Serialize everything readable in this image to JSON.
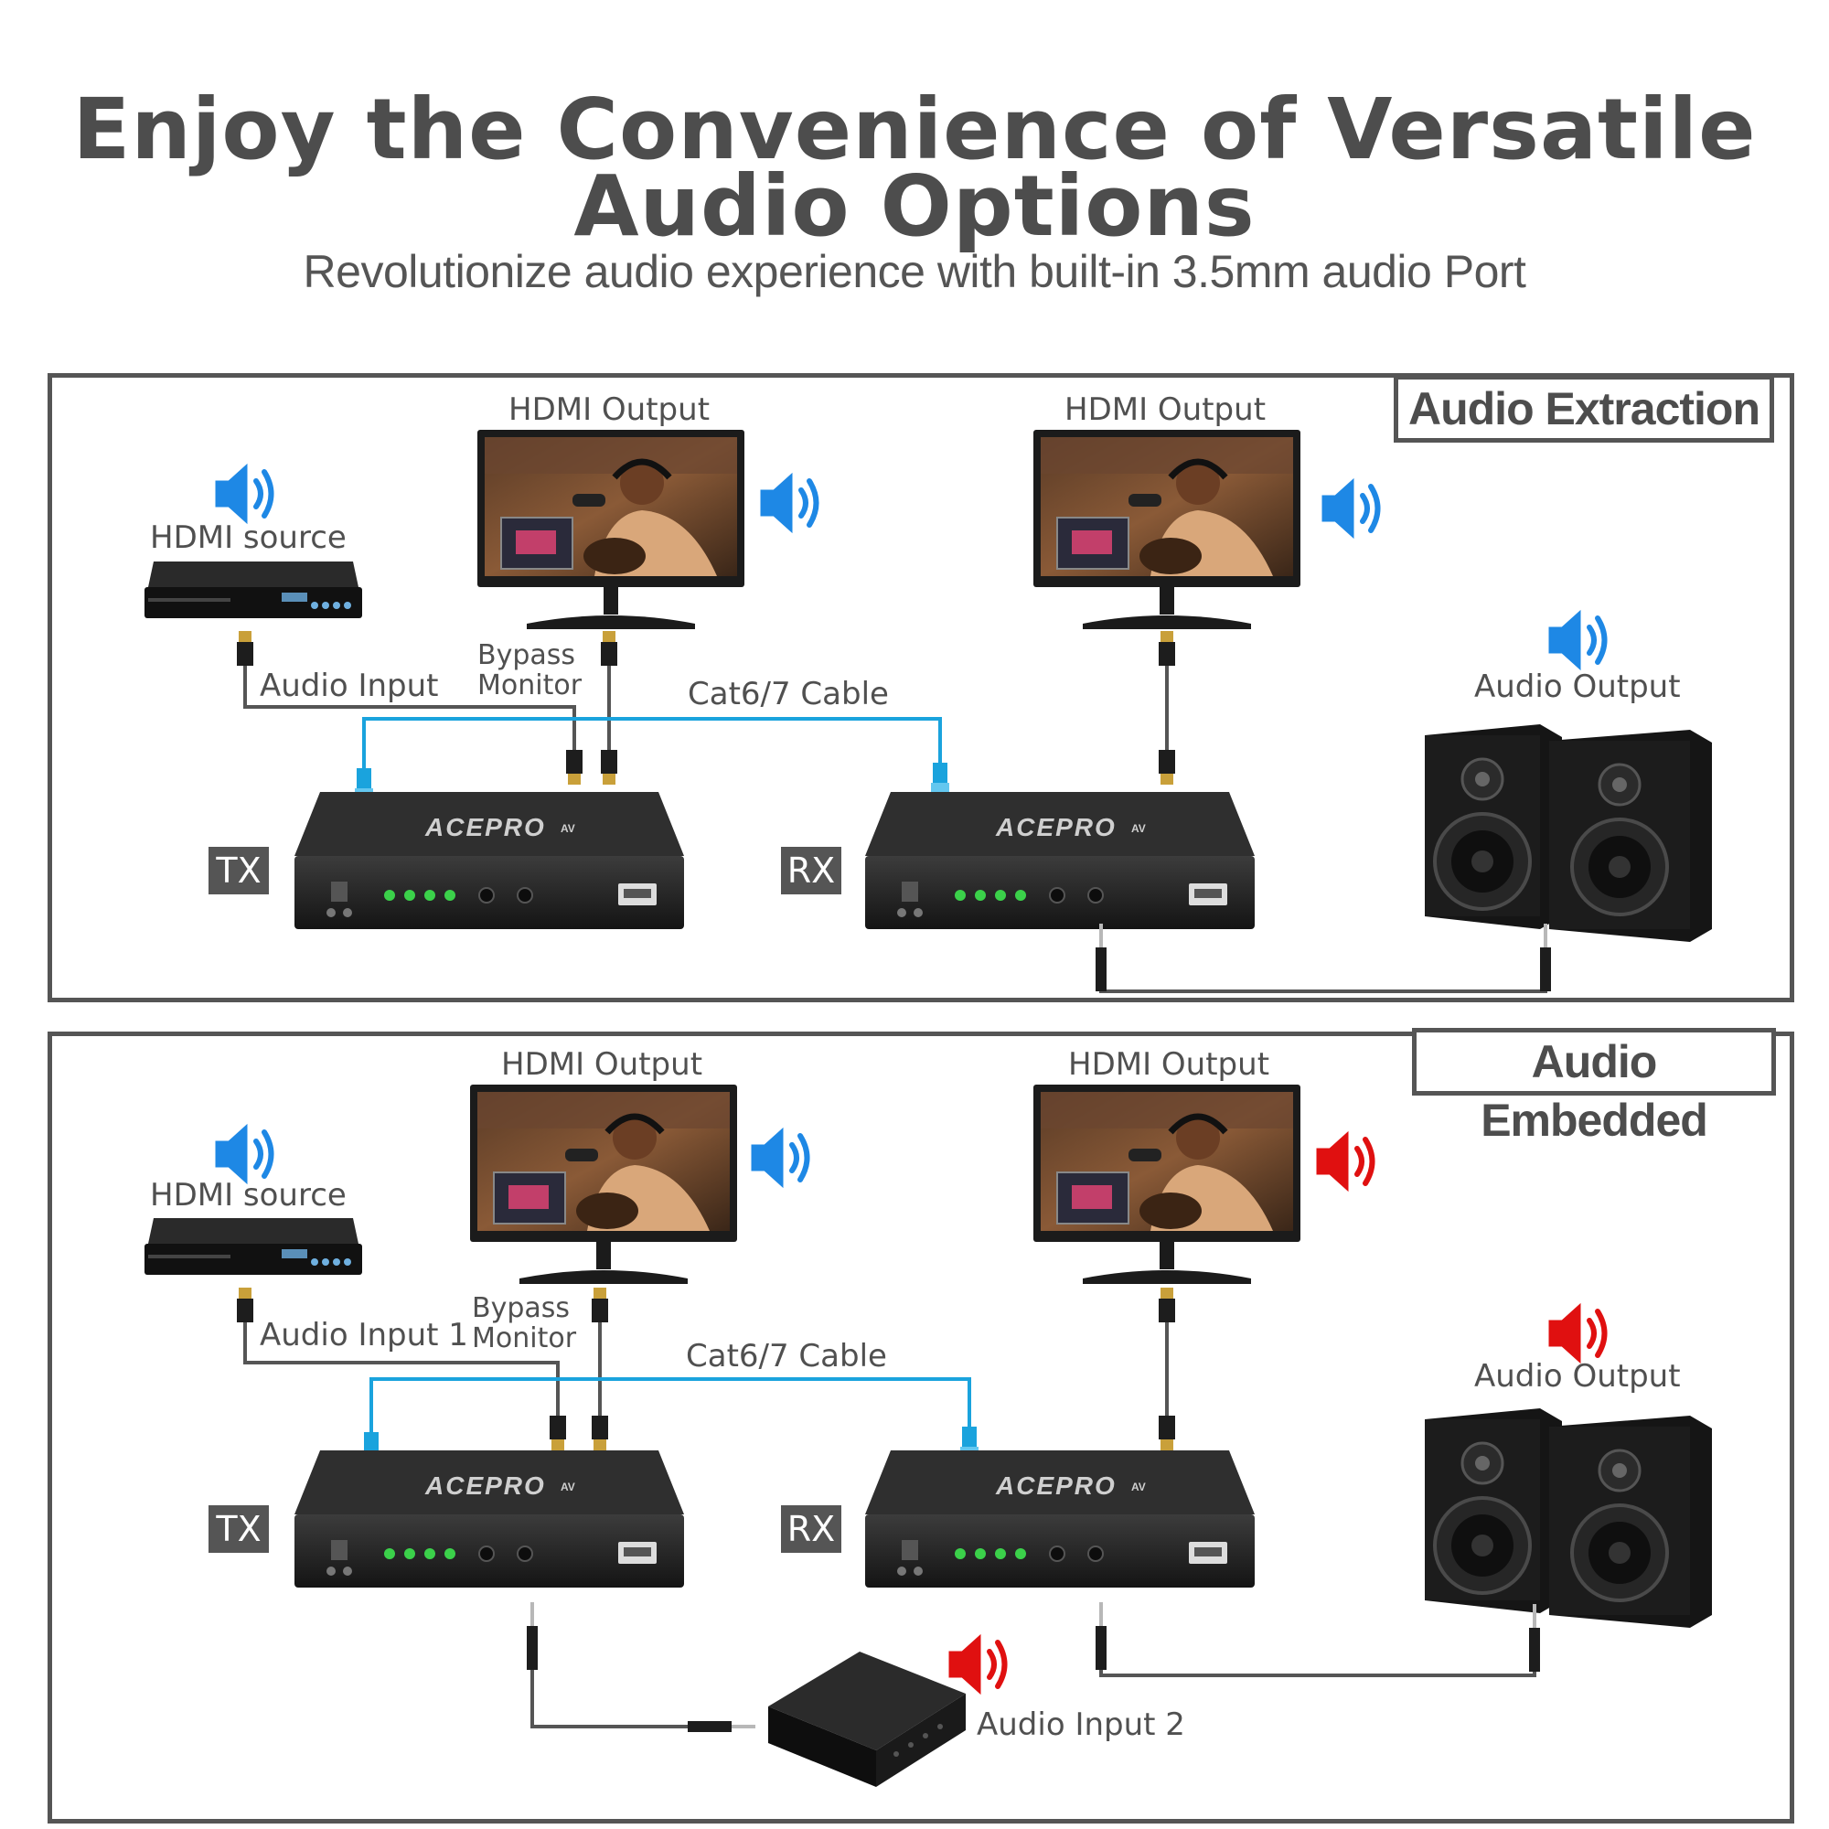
{
  "header": {
    "title_line1": "Enjoy the Convenience of Versatile",
    "title_line2": "Audio Options",
    "subtitle": "Revolutionize audio experience with built-in 3.5mm audio Port"
  },
  "brand": {
    "logo_text": "ACEPRO",
    "logo_suffix": "AV"
  },
  "panels": [
    {
      "mode": "Audio Extraction",
      "hdmi_source": "HDMI source",
      "tx_hdmi_output": "HDMI Output",
      "rx_hdmi_output": "HDMI Output",
      "audio_input": "Audio Input",
      "bypass_line1": "Bypass",
      "bypass_line2": "Monitor",
      "cable": "Cat6/7 Cable",
      "tx_tag": "TX",
      "rx_tag": "RX",
      "audio_output": "Audio Output"
    },
    {
      "mode": "Audio Embedded",
      "hdmi_source": "HDMI source",
      "tx_hdmi_output": "HDMI Output",
      "rx_hdmi_output": "HDMI Output",
      "audio_input": "Audio Input 1",
      "bypass_line1": "Bypass",
      "bypass_line2": "Monitor",
      "cable": "Cat6/7 Cable",
      "tx_tag": "TX",
      "rx_tag": "RX",
      "audio_output": "Audio Output",
      "audio_input_2": "Audio Input 2"
    }
  ],
  "colors": {
    "speaker_blue": "#1e88e5",
    "speaker_red": "#e01010",
    "cable_blue": "#1aa3dd",
    "line_gray": "#555555"
  },
  "icons": [
    "speaker-volume-icon",
    "dvd-player-icon",
    "monitor-icon",
    "hdmi-connector-icon",
    "rj45-connector-icon",
    "audio-jack-icon",
    "bookshelf-speakers-icon",
    "streamer-box-icon"
  ]
}
